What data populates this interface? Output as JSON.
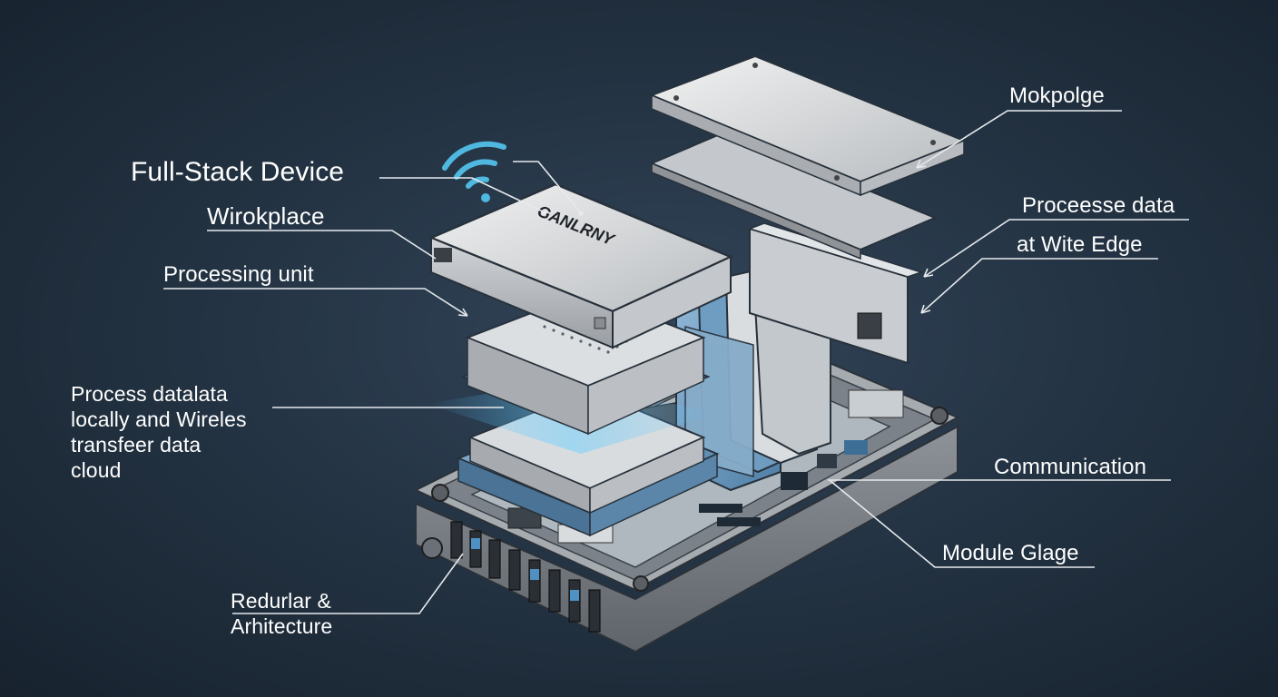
{
  "labels": {
    "full_stack_device": "Full-Stack Device",
    "workplace": "Wirokplace",
    "processing_unit": "Processing unit",
    "process_data": "Process datalata\nlocally and Wireles\ntransfeer data\ncloud",
    "rear_architecture": "Redurlar &\nArhitecture",
    "mokpolge": "Mokpolge",
    "processe_data": "Proceesse data",
    "wite_edge": "at Wite Edge",
    "communication": "Communication",
    "module_glage": "Module Glage"
  },
  "device": {
    "brand_text": "GANLRNY"
  },
  "icons": {
    "wireless": "wifi-signal-icon"
  },
  "colors": {
    "background": "#243444",
    "label_text": "#ffffff",
    "leader_line": "#e6eaee",
    "wifi_accent": "#4fb8e0",
    "module_blue": "#6e9fc4"
  }
}
